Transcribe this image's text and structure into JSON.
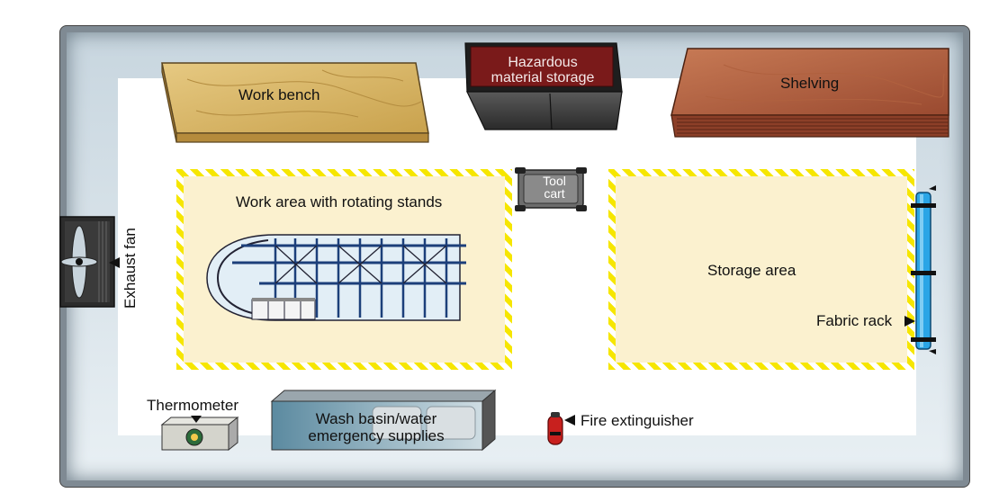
{
  "labels": {
    "work_bench": "Work bench",
    "hazardous": "Hazardous material storage",
    "hazardous_line1": "Hazardous",
    "hazardous_line2": "material storage",
    "shelving": "Shelving",
    "tool_cart_line1": "Tool",
    "tool_cart_line2": "cart",
    "work_area": "Work area with rotating stands",
    "storage_area": "Storage area",
    "fabric_rack": "Fabric rack",
    "exhaust_fan": "Exhaust fan",
    "thermometer": "Thermometer",
    "wash_basin_line1": "Wash basin/water",
    "wash_basin_line2": "emergency supplies",
    "fire_extinguisher": "Fire extinguisher"
  },
  "colors": {
    "hatch_yellow": "#f6e600",
    "area_fill": "#fbf1cf",
    "wood_light": "#d9b765",
    "wood_dark": "#a6533a",
    "hazard_red": "#7a1a1a",
    "rack_blue": "#2aa5e6"
  }
}
